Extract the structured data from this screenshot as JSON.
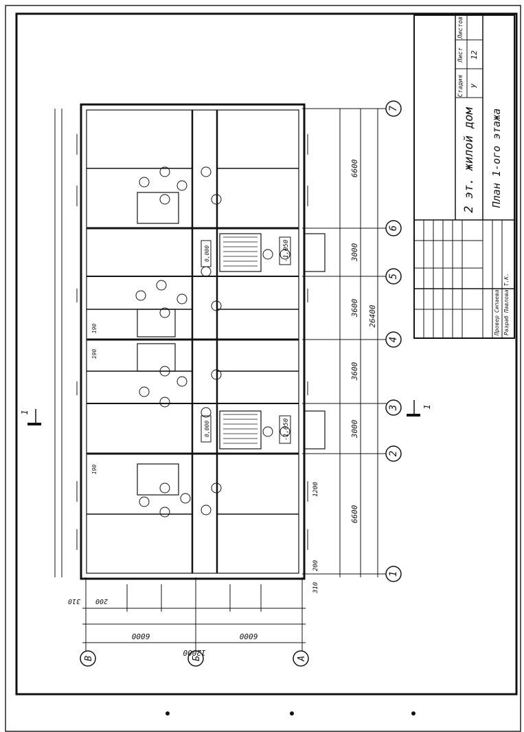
{
  "title_block": {
    "stage_header": "Стадия",
    "sheet_header": "Лист",
    "sheets_header": "Листов",
    "stage_value": "У",
    "sheet_value": "12",
    "building_name": "2 эт. жилой дом",
    "drawing_name": "План 1-ого этажа",
    "checked_label": "Провер",
    "checked_name": "Сипаева",
    "developed_label": "Разраб",
    "developed_name": "Павлова Т.К."
  },
  "axes": {
    "vertical": [
      "1",
      "2",
      "3",
      "4",
      "5",
      "6",
      "7"
    ],
    "horizontal": [
      "А",
      "Б",
      "В"
    ]
  },
  "dimensions": {
    "bays": [
      "6600",
      "3000",
      "3600",
      "3600",
      "3000",
      "6600"
    ],
    "total_length": "26400",
    "spans": [
      "6000",
      "6000"
    ],
    "total_width": "12000",
    "small": [
      "310",
      "200",
      "200",
      "310",
      "1200",
      "190",
      "190",
      "190"
    ]
  },
  "levels": [
    "-1,050",
    "-1,050",
    "0,000",
    "0,000"
  ],
  "section_mark": "1"
}
